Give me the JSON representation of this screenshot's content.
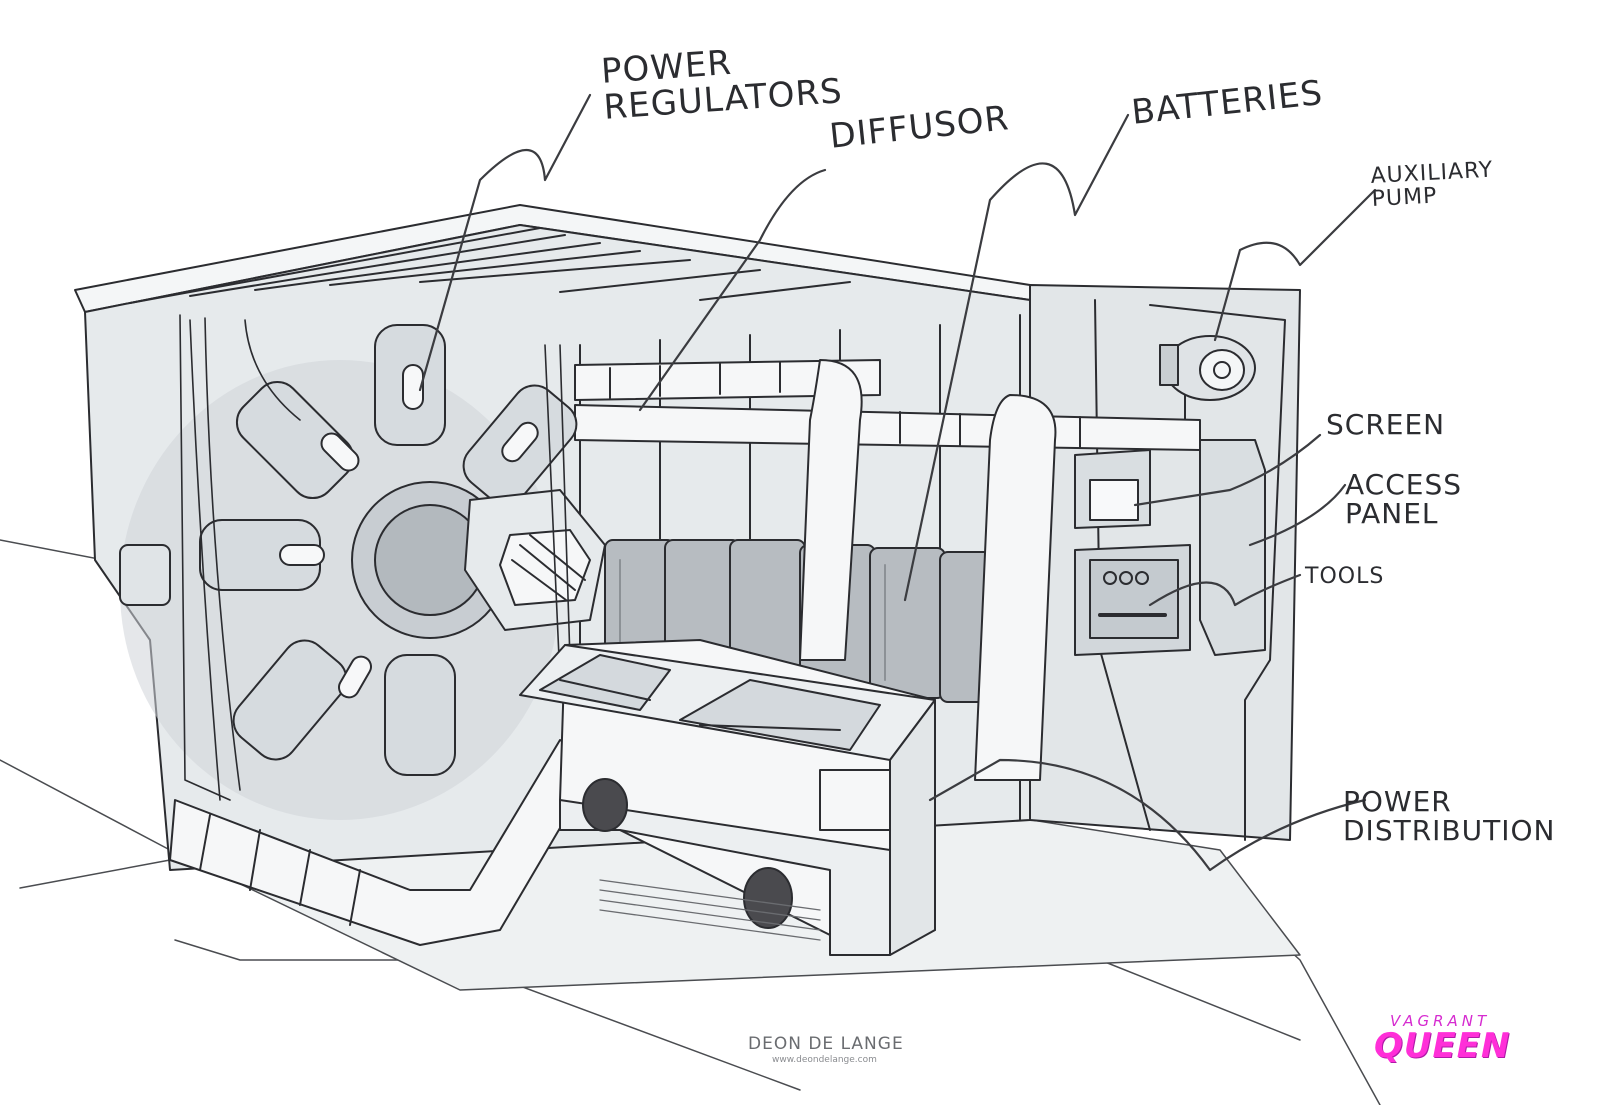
{
  "diagram": {
    "labels": {
      "power_regulators": "POWER\nREGULATORS",
      "diffusor": "DIFFUSOR",
      "batteries": "BATTERIES",
      "auxiliary_pump": "AUXILIARY\nPUMP",
      "screen": "SCREEN",
      "access_panel": "ACCESS\nPANEL",
      "tools": "TOOLS",
      "power_distribution": "POWER\nDISTRIBUTION"
    },
    "credit": {
      "artist": "DEON DE LANGE",
      "url": "www.deondelange.com"
    },
    "logo": {
      "top": "VAGRANT",
      "main": "QUEEN"
    }
  },
  "colors": {
    "ink": "#2b2c30",
    "panel": "#e6eaec",
    "shadow": "#b9bec3",
    "logo": "#ff2fd8"
  }
}
